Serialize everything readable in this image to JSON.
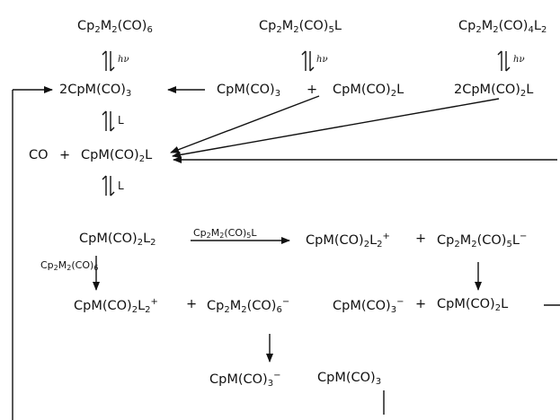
{
  "scheme": {
    "top": {
      "dimer6": "Cp₂M₂(CO)₆",
      "dimer5L": "Cp₂M₂(CO)₅L",
      "dimer4L2": "Cp₂M₂(CO)₄L₂"
    },
    "hv": "hν",
    "L": "L",
    "row2": {
      "two_cpmco3": "2CpM(CO)₃",
      "cpmco3": "CpM(CO)₃",
      "plus": "+",
      "cpmco2l": "CpM(CO)₂L",
      "two_cpmco2l": "2CpM(CO)₂L"
    },
    "row3": {
      "co": "CO",
      "plus": "+",
      "cpmco2l": "CpM(CO)₂L"
    },
    "row4": {
      "cpmco2l2": "CpM(CO)₂L₂",
      "over_arrow": "Cp₂M₂(CO)₅L",
      "cation": "CpM(CO)₂L₂⁺",
      "plus": "+",
      "anion": "Cp₂M₂(CO)₅L⁻"
    },
    "side_label": "Cp₂M₂(CO)₆",
    "row5": {
      "cation": "CpM(CO)₂L₂⁺",
      "plus1": "+",
      "anion6": "Cp₂M₂(CO)₆⁻",
      "cpmco3_anion": "CpM(CO)₃⁻",
      "plus2": "+",
      "cpmco2l": "CpM(CO)₂L"
    },
    "row6": {
      "cpmco3_anion": "CpM(CO)₃⁻",
      "cpmco3": "CpM(CO)₃"
    }
  }
}
